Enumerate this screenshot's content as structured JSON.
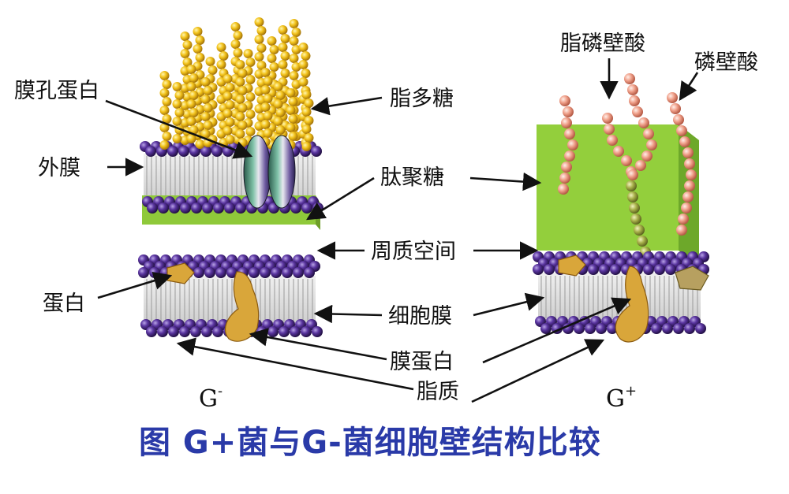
{
  "labels": {
    "porin": "膜孔蛋白",
    "lps": "脂多糖",
    "outer_membrane": "外膜",
    "peptidoglycan": "肽聚糖",
    "periplasm": "周质空间",
    "protein": "蛋白",
    "cell_membrane": "细胞膜",
    "membrane_protein": "膜蛋白",
    "lipid": "脂质",
    "lipoteichoic_acid": "脂磷壁酸",
    "teichoic_acid": "磷壁酸"
  },
  "panels": {
    "gram_negative": {
      "letter": "G",
      "sign": "-"
    },
    "gram_positive": {
      "letter": "G",
      "sign": "+"
    }
  },
  "caption": "图 G+菌与G-菌细胞壁结构比较",
  "colors": {
    "lipid_head": "#4b2a8c",
    "lipid_tail": "#d8d8d8",
    "peptidoglycan": "#8fc93a",
    "lps_bead": "#f2c21a",
    "teichoic_bead": "#f0a08a",
    "lipo_bead": "#a8b04a",
    "membrane_protein": "#d9a63a",
    "caption": "#2a3aa8"
  }
}
